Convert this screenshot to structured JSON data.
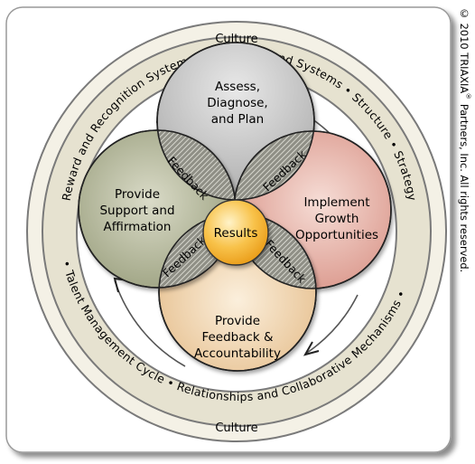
{
  "copyright": {
    "before_reg": "© 2010 TRIAXIA",
    "reg_mark": "®",
    "after_reg": " Partners, Inc. All rights reserved."
  },
  "diagram": {
    "culture_top": "Culture",
    "culture_bottom": "Culture",
    "ring_top_text": "Reward and Recognition Systems • Processes and Systems • Structure • Strategy",
    "ring_bottom_text": "• Talent Management Cycle • Relationships and Collaborative Mechanisms •",
    "center_label": "Results",
    "feedback_label": "Feedback",
    "circles": {
      "top": [
        "Assess,",
        "Diagnose,",
        "and Plan"
      ],
      "right": [
        "Implement",
        "Growth",
        "Opportunities"
      ],
      "bottom": [
        "Provide",
        "Feedback &",
        "Accountability"
      ],
      "left": [
        "Provide",
        "Support and",
        "Affirmation"
      ]
    },
    "colors": {
      "frame": "#9a9a9a",
      "outer_ring": "#e4e0cf",
      "inner_bg": "#ffffff",
      "top_circle": "#bfbfbf",
      "right_circle": "#e3b0a6",
      "bottom_circle": "#eed6b4",
      "left_circle": "#b3b698",
      "center": "#f7b431"
    }
  }
}
